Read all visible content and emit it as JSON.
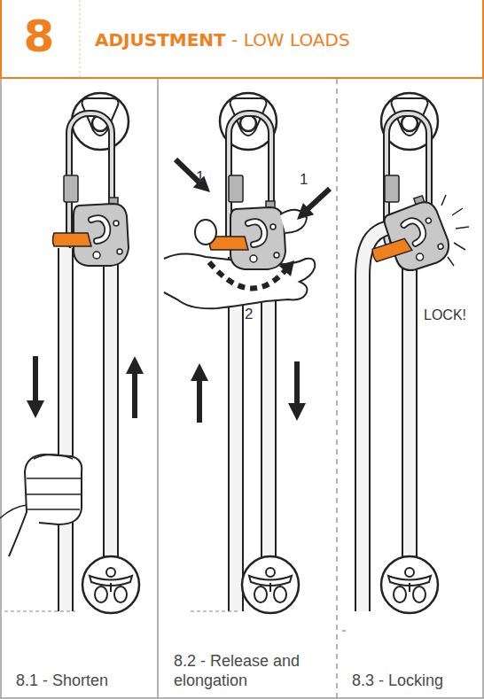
{
  "diagram": {
    "title": "ADJUSTMENT - LOW LOADS",
    "nodes": [
      {
        "text": [
          "8.1 - Shorten"
        ]
      },
      {
        "text": [
          "8.2 - Release and elongation"
        ]
      },
      {
        "text": [
          "8.3 - Locking"
        ]
      }
    ],
    "labels": [
      "8",
      "1",
      "1",
      "2",
      "LOCK!"
    ]
  }
}
